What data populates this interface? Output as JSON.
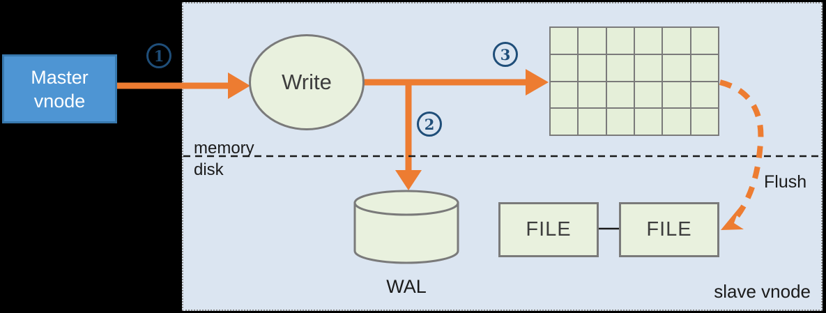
{
  "master_vnode": {
    "line1": "Master",
    "line2": "vnode"
  },
  "step_badges": [
    {
      "value": "1"
    },
    {
      "value": "2"
    },
    {
      "value": "3"
    }
  ],
  "write_node": {
    "label": "Write"
  },
  "memtable_grid": {
    "rows": 4,
    "cols": 6
  },
  "separator": {
    "above": "memory",
    "below": "disk"
  },
  "wal": {
    "label": "WAL"
  },
  "files": {
    "items": [
      {
        "label": "FILE"
      },
      {
        "label": "FILE"
      }
    ]
  },
  "flush": {
    "label": "Flush"
  },
  "slave_vnode": {
    "label": "slave vnode"
  },
  "colors": {
    "accent_orange": "#ed7c31",
    "badge_navy": "#1f4e79",
    "panel_background": "#dbe5f1",
    "node_green": "#e9f1de",
    "grid_cell_green": "#e5efd9",
    "master_blue_fill": "#4e95d3",
    "master_blue_border": "#3878ad",
    "shape_gray_stroke": "#7a7a7a",
    "outer_background": "#000000"
  }
}
